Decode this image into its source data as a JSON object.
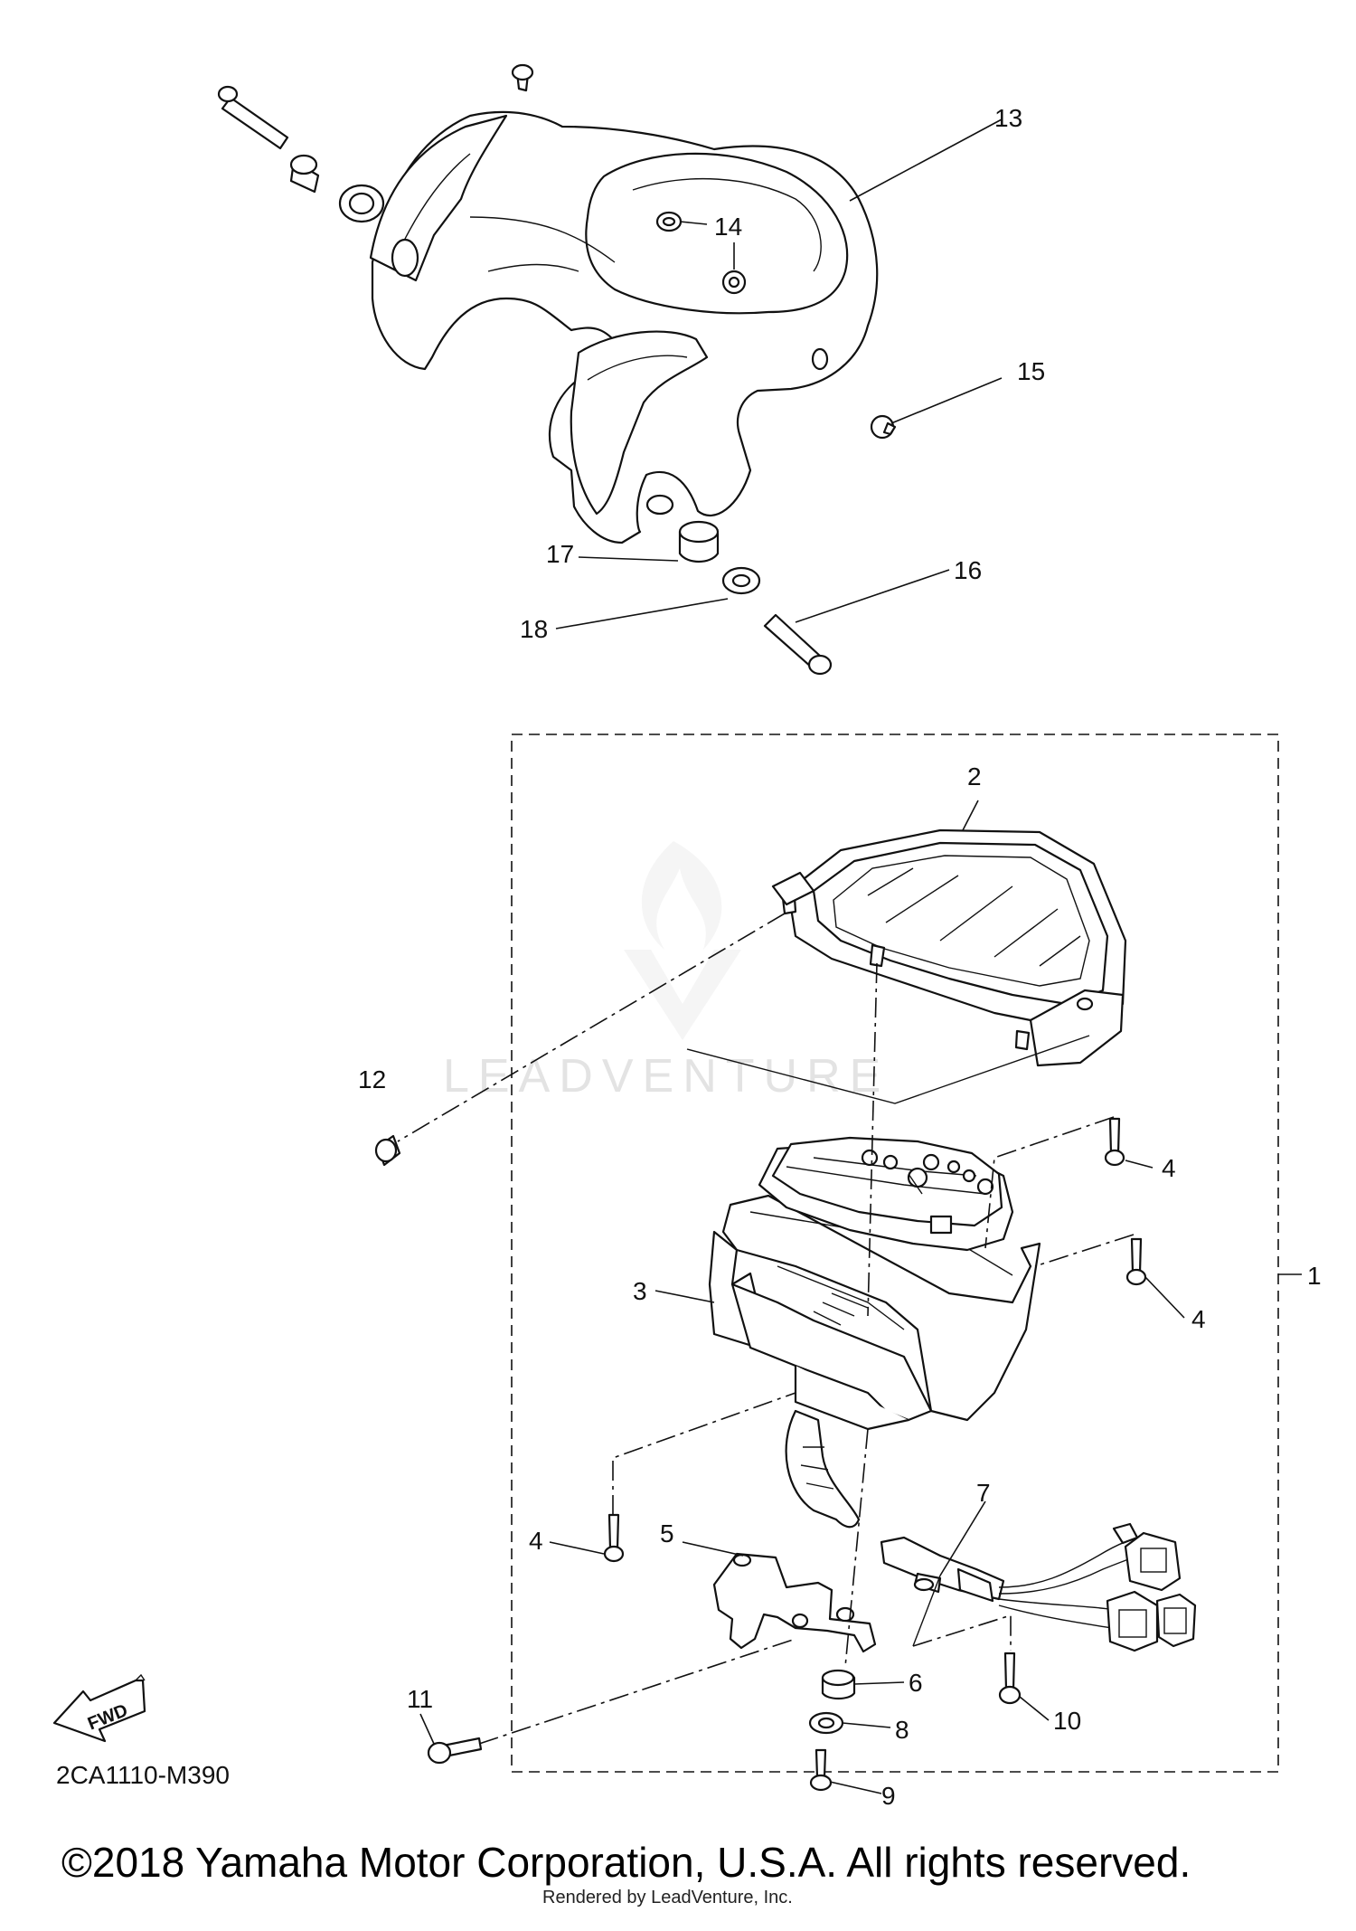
{
  "diagram": {
    "code": "2CA1110-M390",
    "fwd_label": "FWD",
    "watermark": "LEADVENTURE",
    "copyright": "©2018 Yamaha Motor Corporation, U.S.A. All rights reserved.",
    "rendered_by": "Rendered by LeadVenture, Inc.",
    "callouts": {
      "c1": "1",
      "c2": "2",
      "c3": "3",
      "c4a": "4",
      "c4b": "4",
      "c4c": "4",
      "c5": "5",
      "c6": "6",
      "c7": "7",
      "c8": "8",
      "c9": "9",
      "c10": "10",
      "c11": "11",
      "c12": "12",
      "c13": "13",
      "c14": "14",
      "c15": "15",
      "c16": "16",
      "c17": "17",
      "c18": "18"
    }
  }
}
